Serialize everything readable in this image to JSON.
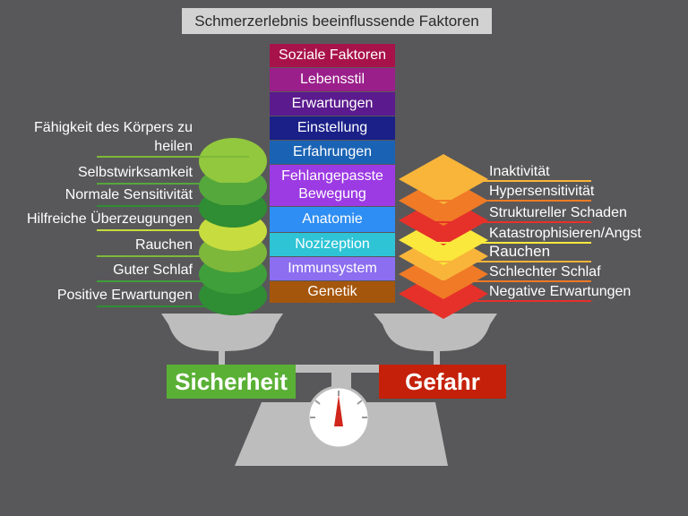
{
  "title": "Schmerzerlebnis beeinflussende Faktoren",
  "categories": [
    {
      "label": "Soziale Faktoren",
      "color": "#a8124a"
    },
    {
      "label": "Lebensstil",
      "color": "#9a1f8a"
    },
    {
      "label": "Erwartungen",
      "color": "#5b1a8e"
    },
    {
      "label": "Einstellung",
      "color": "#1a2088"
    },
    {
      "label": "Erfahrungen",
      "color": "#1a63b4"
    },
    {
      "label": "Fehlangepasste Bewegung",
      "color": "#9c3ae3"
    },
    {
      "label": "Anatomie",
      "color": "#2f8ef3"
    },
    {
      "label": "Nozizeption",
      "color": "#2ec4d6"
    },
    {
      "label": "Immunsystem",
      "color": "#8c6ef0"
    },
    {
      "label": "Genetik",
      "color": "#a5560d"
    }
  ],
  "safety": {
    "label": "Sicherheit",
    "color": "#5ab035",
    "factors": [
      "Fähigkeit des Körpers zu heilen",
      "Selbstwirksamkeit",
      "Normale Sensitivität",
      "Hilfreiche Überzeugungen",
      "Rauchen",
      "Guter Schlaf",
      "Positive Erwartungen"
    ]
  },
  "danger": {
    "label": "Gefahr",
    "color": "#c4200a",
    "factors": [
      "Inaktivität",
      "Hypersensitivität",
      "Struktureller Schaden",
      "Katastrophisieren/Angst",
      "Rauchen",
      "Schlechter Schlaf",
      "Negative Erwartungen"
    ]
  }
}
